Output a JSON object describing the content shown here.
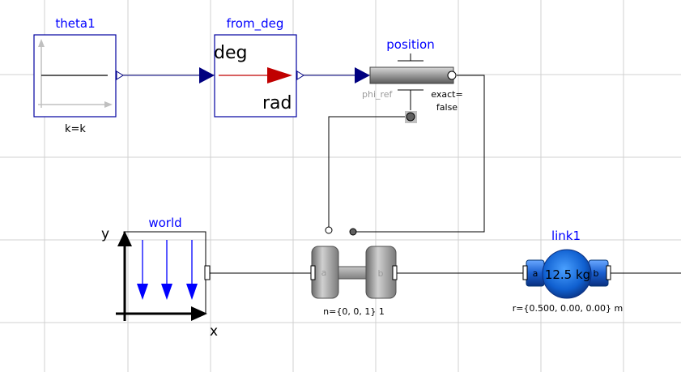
{
  "blocks": {
    "theta1": {
      "title": "theta1",
      "param": "k=k"
    },
    "from_deg": {
      "title": "from_deg",
      "in_unit": "deg",
      "out_unit": "rad"
    },
    "position": {
      "title": "position",
      "phi_ref": "phi_ref",
      "exact_line1": "exact=",
      "exact_line2": "false"
    },
    "world": {
      "title": "world",
      "axis_y": "y",
      "axis_x": "x"
    },
    "revolute": {
      "port_a": "a",
      "port_b": "b",
      "param": "n={0, 0, 1} 1"
    },
    "link1": {
      "title": "link1",
      "mass": "12.5 kg",
      "port_a": "a",
      "port_b": "b",
      "param": "r={0.500, 0.00, 0.00} m"
    }
  },
  "colors": {
    "title": "#0000ff",
    "connector_signal": "#000080",
    "arrow_red": "#c00000",
    "gravity": "#0000ff",
    "mass_body": "#1060d0"
  }
}
